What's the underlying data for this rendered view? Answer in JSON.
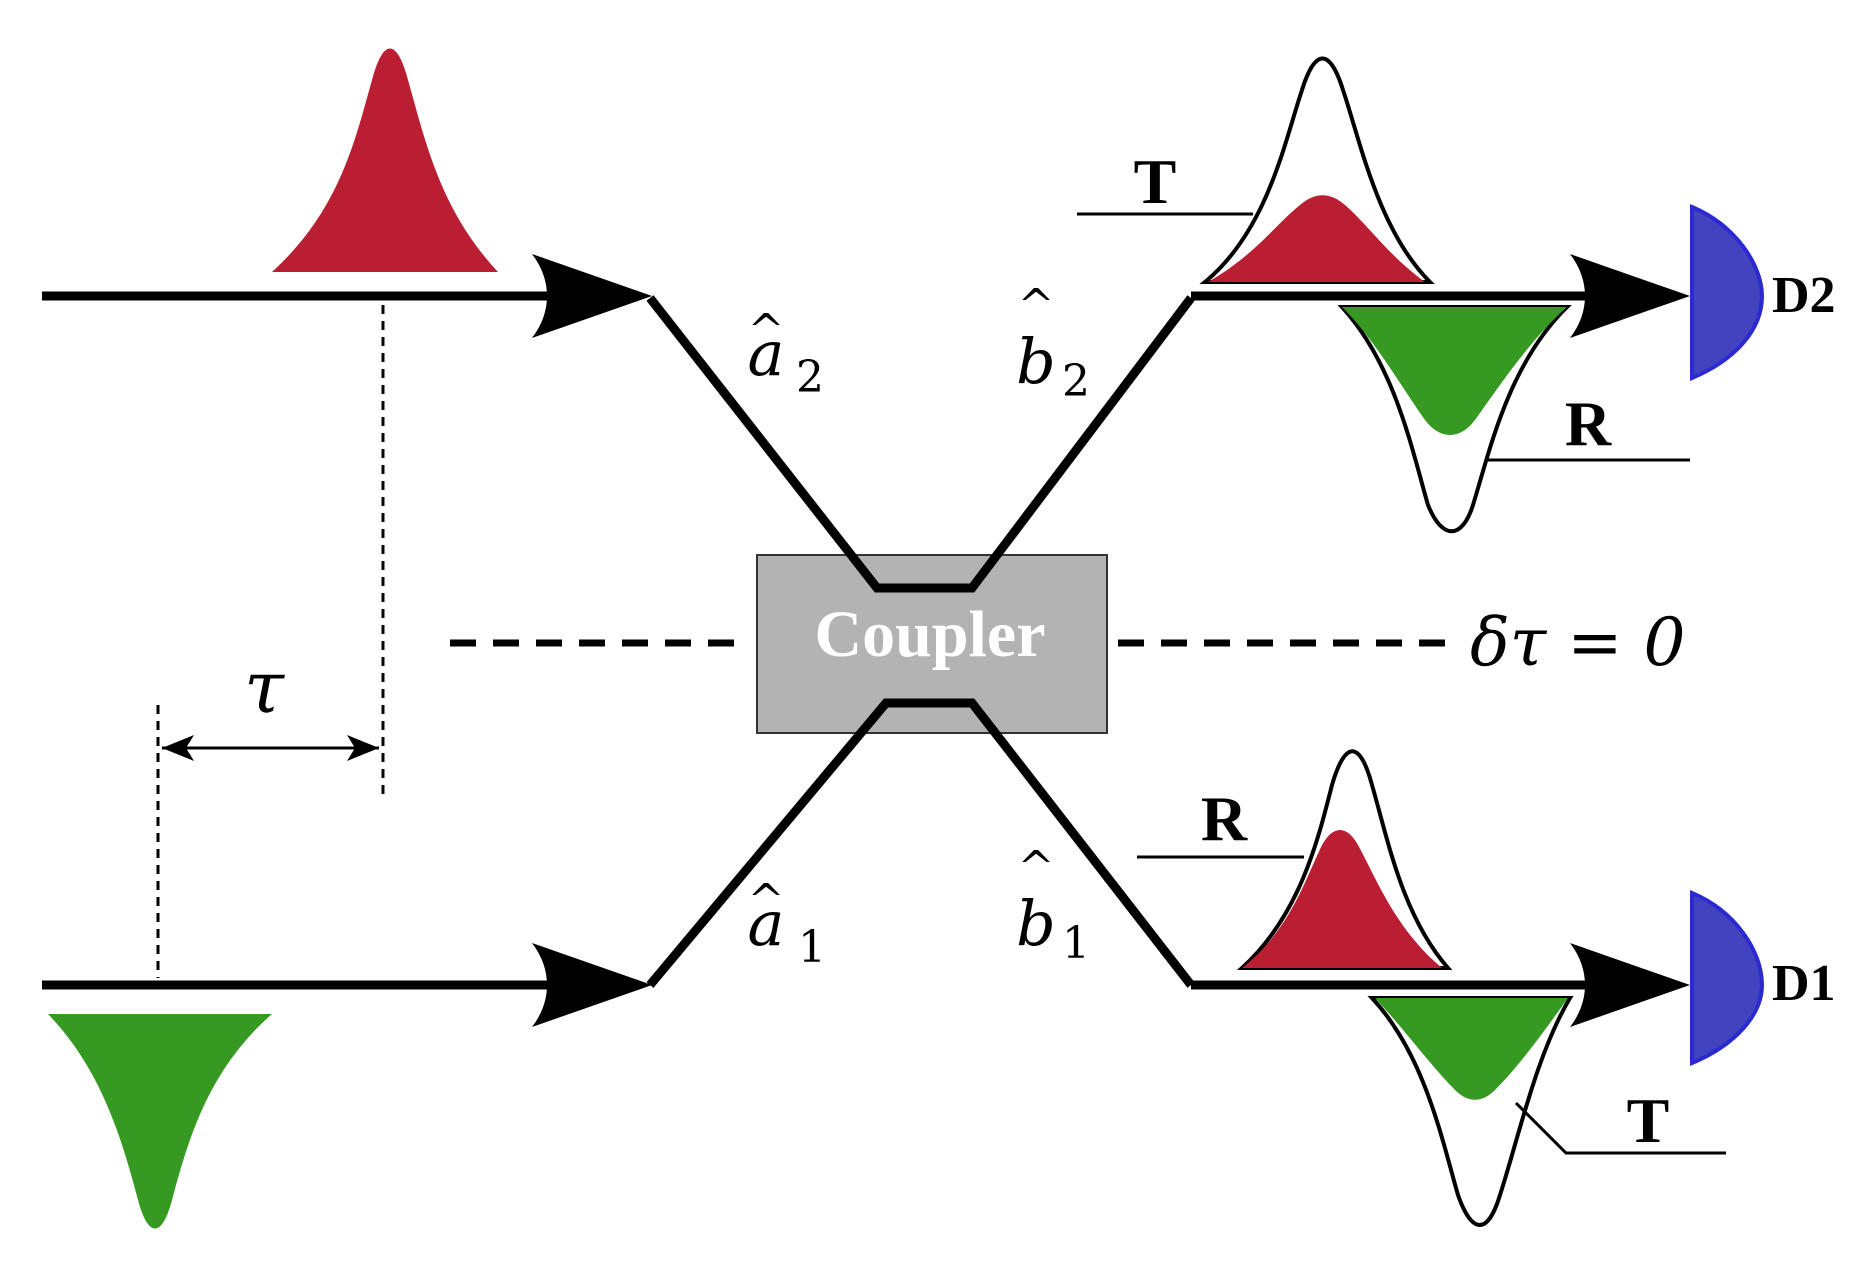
{
  "coupler": {
    "label": "Coupler"
  },
  "modes": {
    "a2": {
      "base": "a",
      "sub": "2",
      "accent": "^"
    },
    "a1": {
      "base": "a",
      "sub": "1",
      "accent": "^"
    },
    "b2": {
      "base": "b",
      "sub": "2",
      "accent": "^"
    },
    "b1": {
      "base": "b",
      "sub": "1",
      "accent": "^"
    }
  },
  "delay": {
    "symbol": "τ"
  },
  "condition": {
    "label": "δτ = 0"
  },
  "detectors": {
    "top": "D2",
    "bottom": "D1"
  },
  "output_labels": {
    "top_upper": "T",
    "top_lower": "R",
    "bottom_upper": "R",
    "bottom_lower": "T"
  },
  "colors": {
    "red_pulse": "#b91e32",
    "green_pulse": "#369a22",
    "detector": "#4343c0",
    "coupler_fill": "#b3b3b3",
    "coupler_text": "#ffffff",
    "line": "#000000"
  }
}
